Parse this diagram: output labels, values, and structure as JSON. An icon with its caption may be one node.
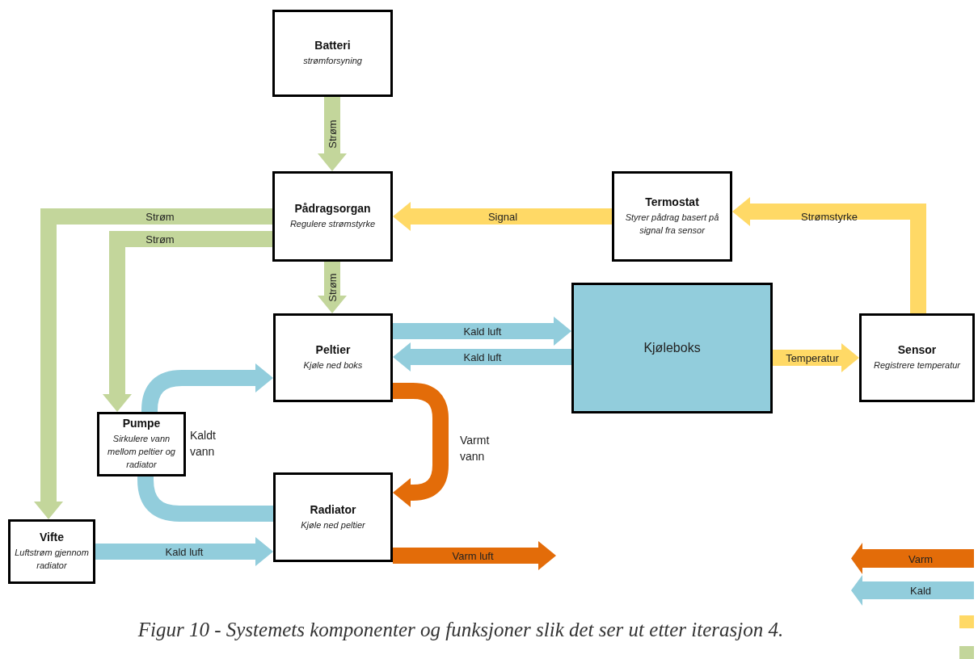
{
  "diagram": {
    "caption": "Figur 10 - Systemets komponenter og funksjoner slik det ser ut etter iterasjon 4.",
    "nodes": [
      {
        "text": [
          "Batteri",
          "strømforsyning"
        ]
      },
      {
        "text": [
          "Pådragsorgan",
          "Regulere strømstyrke"
        ]
      },
      {
        "text": [
          "Termostat",
          "Styrer pådrag basert på signal fra sensor"
        ]
      },
      {
        "text": [
          "Peltier",
          "Kjøle ned boks"
        ]
      },
      {
        "text": [
          "Kjøleboks"
        ]
      },
      {
        "text": [
          "Sensor",
          "Registrere temperatur"
        ]
      },
      {
        "text": [
          "Pumpe",
          "Sirkulere vann mellom peltier og radiator"
        ]
      },
      {
        "text": [
          "Radiator",
          "Kjøle ned peltier"
        ]
      },
      {
        "text": [
          "Vifte",
          "Luftstrøm gjennom radiator"
        ]
      }
    ],
    "edges": [
      {
        "from": 0,
        "to": 1,
        "arrow": "to",
        "label": "Strøm",
        "color": "#c3d69b"
      },
      {
        "from": 1,
        "to": 8,
        "arrow": "to",
        "label": "Strøm",
        "color": "#c3d69b"
      },
      {
        "from": 1,
        "to": 6,
        "arrow": "to",
        "label": "Strøm",
        "color": "#c3d69b"
      },
      {
        "from": 1,
        "to": 3,
        "arrow": "to",
        "label": "Strøm",
        "color": "#c3d69b"
      },
      {
        "from": 2,
        "to": 1,
        "arrow": "to",
        "label": "Signal",
        "color": "#ffd966"
      },
      {
        "from": 5,
        "to": 2,
        "arrow": "to",
        "label": "Strømstyrke",
        "color": "#ffd966"
      },
      {
        "from": 4,
        "to": 5,
        "arrow": "to",
        "label": "Temperatur",
        "color": "#ffd966"
      },
      {
        "from": 3,
        "to": 4,
        "arrow": "to",
        "label": "Kald luft",
        "color": "#92cddc"
      },
      {
        "from": 4,
        "to": 3,
        "arrow": "to",
        "label": "Kald luft",
        "color": "#92cddc"
      },
      {
        "from": 6,
        "to": 3,
        "arrow": "to",
        "label": "Kaldt vann",
        "color": "#92cddc"
      },
      {
        "from": 7,
        "to": 6,
        "arrow": "none",
        "color": "#92cddc"
      },
      {
        "from": 3,
        "to": 7,
        "arrow": "to",
        "label": "Varmt vann",
        "color": "#e36c09"
      },
      {
        "from": 8,
        "to": 7,
        "arrow": "to",
        "label": "Kald luft",
        "color": "#92cddc"
      },
      {
        "from": 7,
        "to": null,
        "arrow": "to",
        "label": "Varm luft",
        "color": "#e36c09"
      }
    ],
    "legend": [
      {
        "text": "Varm",
        "color": "#e36c09"
      },
      {
        "text": "Kald",
        "color": "#92cddc"
      }
    ]
  }
}
